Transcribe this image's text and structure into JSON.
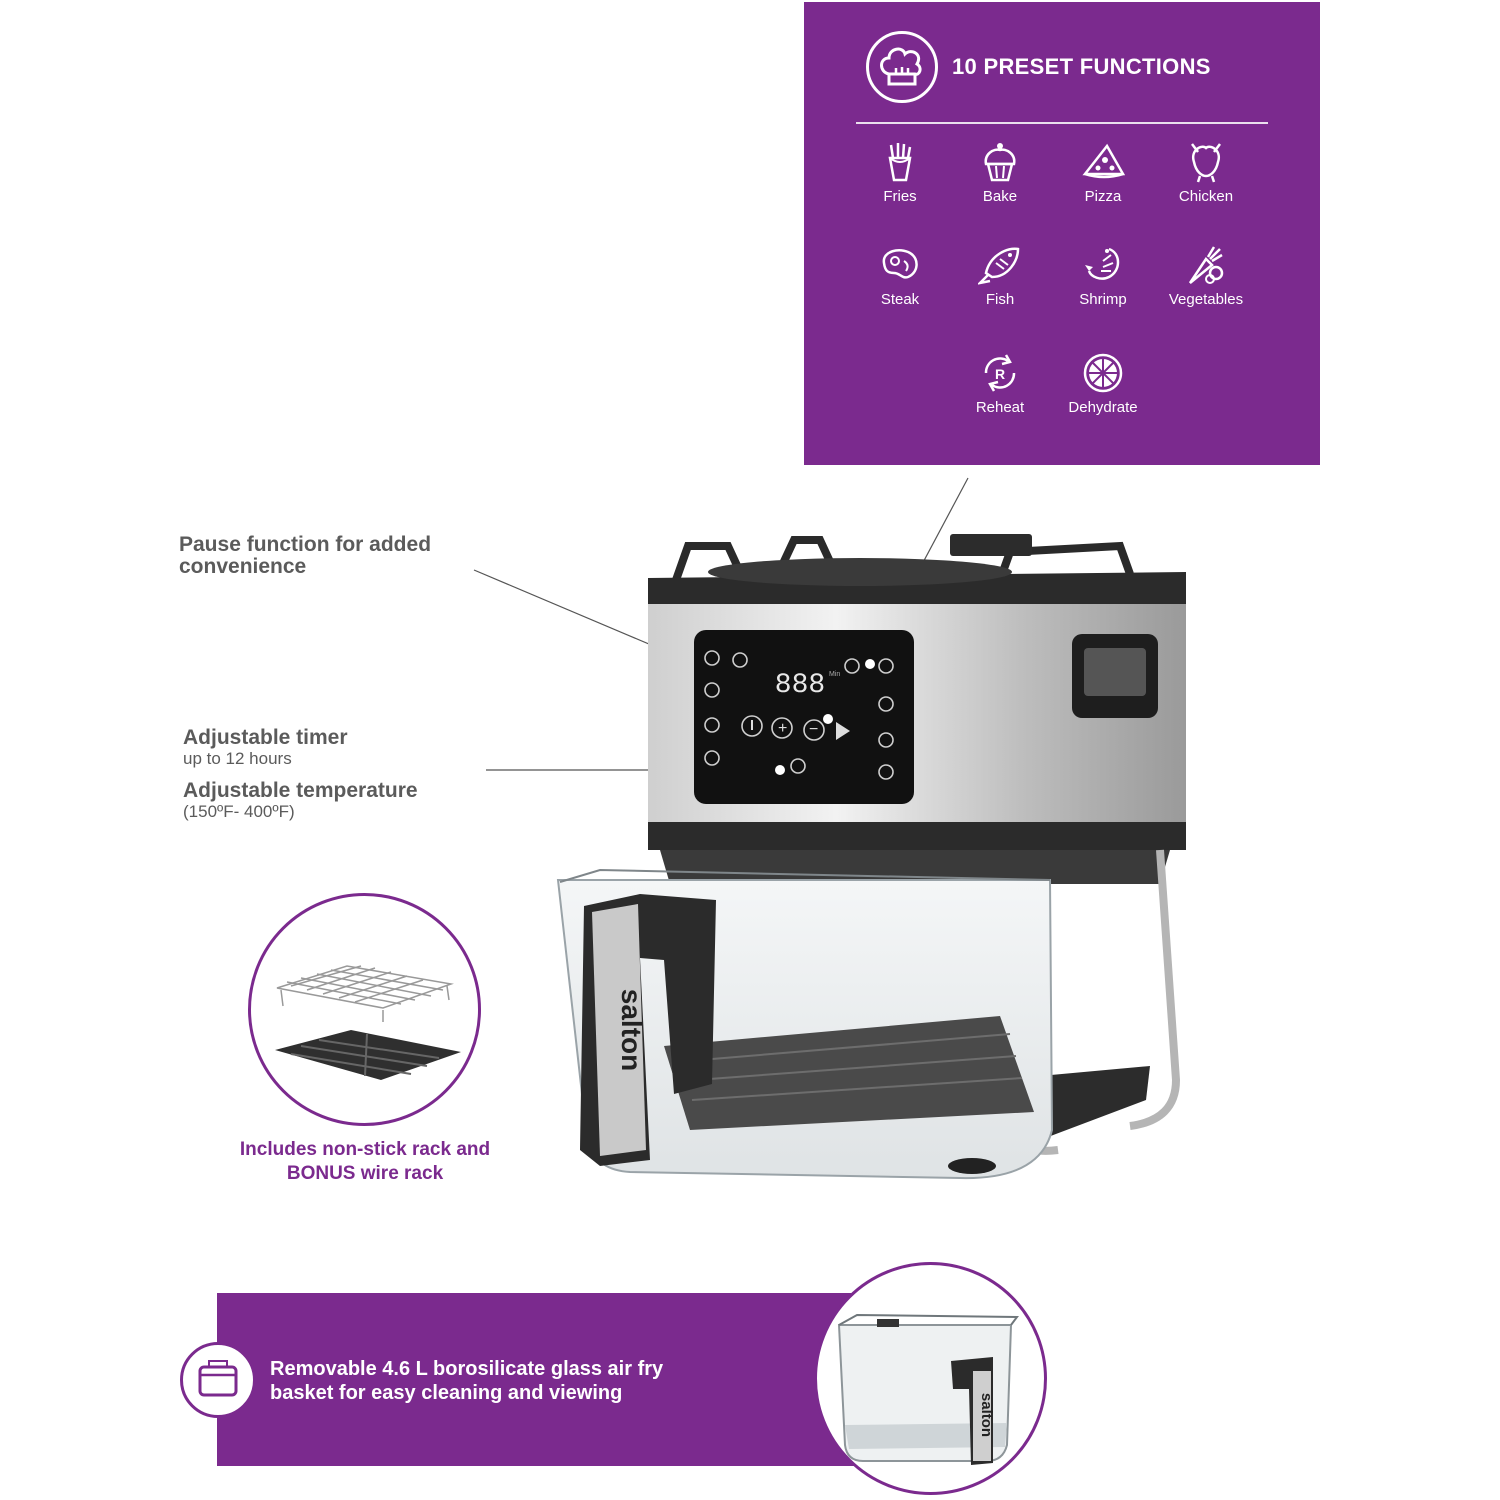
{
  "presets": {
    "title": "10 PRESET FUNCTIONS",
    "functions": [
      {
        "label": "Fries",
        "icon": "fries-icon"
      },
      {
        "label": "Bake",
        "icon": "cupcake-icon"
      },
      {
        "label": "Pizza",
        "icon": "pizza-icon"
      },
      {
        "label": "Chicken",
        "icon": "chicken-icon"
      },
      {
        "label": "Steak",
        "icon": "steak-icon"
      },
      {
        "label": "Fish",
        "icon": "fish-icon"
      },
      {
        "label": "Shrimp",
        "icon": "shrimp-icon"
      },
      {
        "label": "Vegetables",
        "icon": "vegetables-icon"
      },
      {
        "label": "Reheat",
        "icon": "reheat-icon"
      },
      {
        "label": "Dehydrate",
        "icon": "citrus-slice-icon"
      }
    ]
  },
  "callouts": {
    "pause": "Pause function for added convenience",
    "timer_title": "Adjustable timer",
    "timer_sub": "up to 12 hours",
    "temp_title": "Adjustable temperature",
    "temp_sub": "(150ºF- 400ºF)"
  },
  "display": {
    "digits": "888",
    "unit": "Min"
  },
  "brand": "salton",
  "rack_caption_line1": "Includes non-stick rack and",
  "rack_caption_line2": "BONUS wire rack",
  "banner_line1": "Removable 4.6 L borosilicate glass air fry",
  "banner_line2": "basket for easy cleaning and viewing",
  "colors": {
    "accent": "#7b2a8e",
    "text_gray": "#5b5b5b"
  }
}
